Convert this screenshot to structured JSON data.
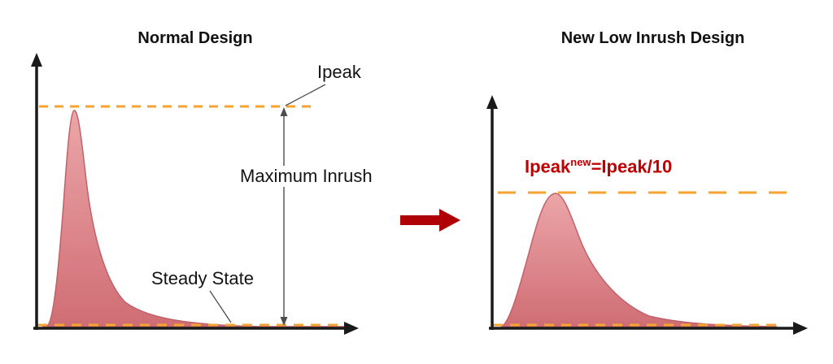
{
  "left_chart": {
    "title": "Normal Design",
    "labels": {
      "ipeak": "Ipeak",
      "maximum_inrush": "Maximum Inrush",
      "steady_state": "Steady State"
    }
  },
  "right_chart": {
    "title": "New Low Inrush Design",
    "labels": {
      "ipeak_new_base": "Ipeak",
      "ipeak_new_sup": "new",
      "ipeak_new_eq": "=Ipeak/10"
    }
  },
  "colors": {
    "curve_fill_top": "#eba6a8",
    "curve_fill_bottom": "#d06d74",
    "curve_stroke": "#c2606a",
    "dashed_orange": "#f5a433",
    "axis_color": "#1a1a1a",
    "annotation_line_color": "#4d4d4d",
    "transition_arrow_red": "#ae0005",
    "ipeak_new_text_red": "#c00000"
  }
}
